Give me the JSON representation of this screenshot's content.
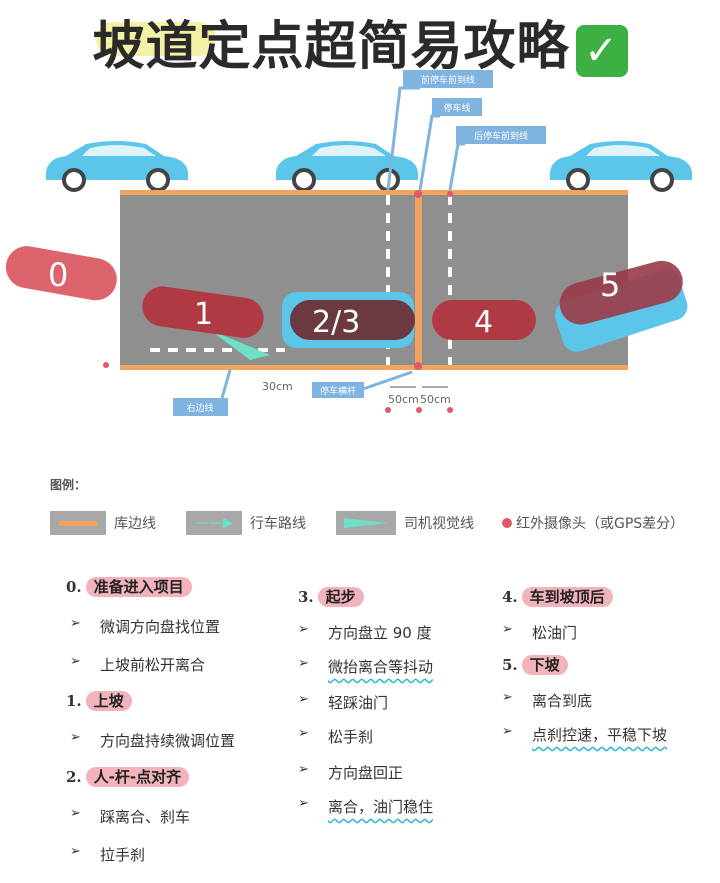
{
  "title": "坡道定点超简易攻略",
  "title_icon": "check-mark-icon",
  "diagram": {
    "callouts_top": [
      "前停车前到线",
      "停车线",
      "后停车前到线"
    ],
    "callouts_bottom": [
      "右边线",
      "停车横杆"
    ],
    "dist_30": "30cm",
    "dist_50a": "50cm",
    "dist_50b": "50cm",
    "positions": [
      "0",
      "1",
      "2/3",
      "4",
      "5"
    ]
  },
  "legend": {
    "title": "图例：",
    "items": [
      "库边线",
      "行车路线",
      "司机视觉线",
      "红外摄像头（或GPS差分）"
    ]
  },
  "colors": {
    "road": "#8f8f8f",
    "edge": "#f0a35e",
    "car": "#5bc5ea",
    "marker": "#b03a44",
    "highlight": "#f2b3bd",
    "wave": "#2fb6cf"
  },
  "steps": [
    {
      "num": "0.",
      "title": "准备进入项目",
      "items": [
        "微调方向盘找位置",
        "上坡前松开离合"
      ]
    },
    {
      "num": "1.",
      "title": "上坡",
      "items": [
        "方向盘持续微调位置"
      ]
    },
    {
      "num": "2.",
      "title": "人-杆-点对齐",
      "items": [
        "踩离合、刹车",
        "拉手刹"
      ]
    },
    {
      "num": "3.",
      "title": "起步",
      "items": [
        "方向盘立 90 度",
        "微抬离合等抖动",
        "轻踩油门",
        "松手刹",
        "方向盘回正",
        "离合，油门稳住"
      ]
    },
    {
      "num": "4.",
      "title": "车到坡顶后",
      "items": [
        "松油门"
      ]
    },
    {
      "num": "5.",
      "title": "下坡",
      "items": [
        "离合到底",
        "点刹控速，平稳下坡"
      ]
    }
  ]
}
